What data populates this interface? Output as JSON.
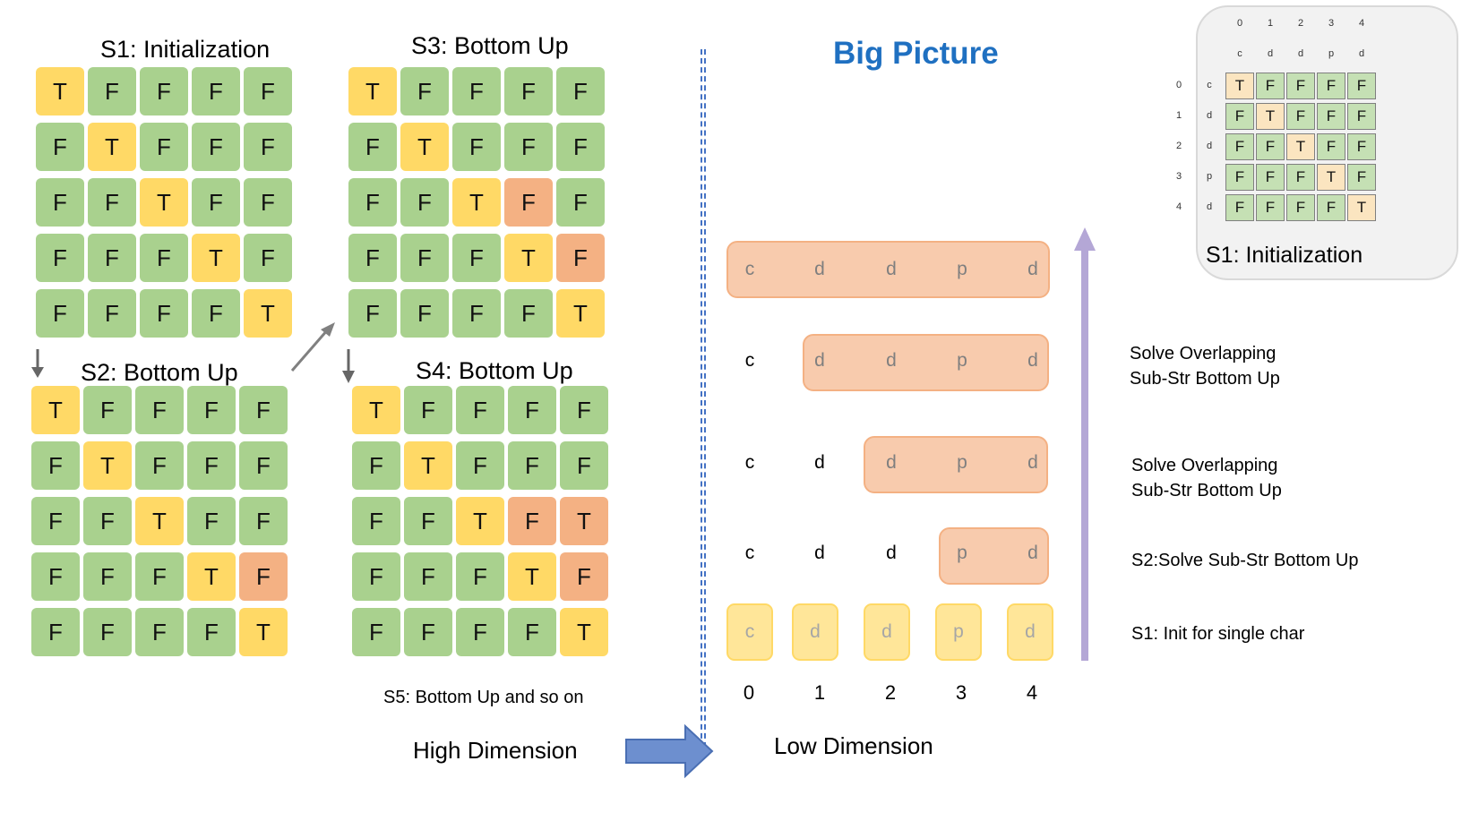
{
  "grids": [
    {
      "id": "s1",
      "title": "S1: Initialization",
      "rows": [
        [
          "T",
          "F",
          "F",
          "F",
          "F"
        ],
        [
          "F",
          "T",
          "F",
          "F",
          "F"
        ],
        [
          "F",
          "F",
          "T",
          "F",
          "F"
        ],
        [
          "F",
          "F",
          "F",
          "T",
          "F"
        ],
        [
          "F",
          "F",
          "F",
          "F",
          "T"
        ]
      ],
      "colors": [
        [
          "y",
          "g",
          "g",
          "g",
          "g"
        ],
        [
          "g",
          "y",
          "g",
          "g",
          "g"
        ],
        [
          "g",
          "g",
          "y",
          "g",
          "g"
        ],
        [
          "g",
          "g",
          "g",
          "y",
          "g"
        ],
        [
          "g",
          "g",
          "g",
          "g",
          "y"
        ]
      ]
    },
    {
      "id": "s2",
      "title": "S2: Bottom Up",
      "rows": [
        [
          "T",
          "F",
          "F",
          "F",
          "F"
        ],
        [
          "F",
          "T",
          "F",
          "F",
          "F"
        ],
        [
          "F",
          "F",
          "T",
          "F",
          "F"
        ],
        [
          "F",
          "F",
          "F",
          "T",
          "F"
        ],
        [
          "F",
          "F",
          "F",
          "F",
          "T"
        ]
      ],
      "colors": [
        [
          "y",
          "g",
          "g",
          "g",
          "g"
        ],
        [
          "g",
          "y",
          "g",
          "g",
          "g"
        ],
        [
          "g",
          "g",
          "y",
          "g",
          "g"
        ],
        [
          "g",
          "g",
          "g",
          "y",
          "o"
        ],
        [
          "g",
          "g",
          "g",
          "g",
          "y"
        ]
      ]
    },
    {
      "id": "s3",
      "title": "S3: Bottom Up",
      "rows": [
        [
          "T",
          "F",
          "F",
          "F",
          "F"
        ],
        [
          "F",
          "T",
          "F",
          "F",
          "F"
        ],
        [
          "F",
          "F",
          "T",
          "F",
          "F"
        ],
        [
          "F",
          "F",
          "F",
          "T",
          "F"
        ],
        [
          "F",
          "F",
          "F",
          "F",
          "T"
        ]
      ],
      "colors": [
        [
          "y",
          "g",
          "g",
          "g",
          "g"
        ],
        [
          "g",
          "y",
          "g",
          "g",
          "g"
        ],
        [
          "g",
          "g",
          "y",
          "o",
          "g"
        ],
        [
          "g",
          "g",
          "g",
          "y",
          "o"
        ],
        [
          "g",
          "g",
          "g",
          "g",
          "y"
        ]
      ]
    },
    {
      "id": "s4",
      "title": "S4: Bottom Up",
      "rows": [
        [
          "T",
          "F",
          "F",
          "F",
          "F"
        ],
        [
          "F",
          "T",
          "F",
          "F",
          "F"
        ],
        [
          "F",
          "F",
          "T",
          "F",
          "T"
        ],
        [
          "F",
          "F",
          "F",
          "T",
          "F"
        ],
        [
          "F",
          "F",
          "F",
          "F",
          "T"
        ]
      ],
      "colors": [
        [
          "y",
          "g",
          "g",
          "g",
          "g"
        ],
        [
          "g",
          "y",
          "g",
          "g",
          "g"
        ],
        [
          "g",
          "g",
          "y",
          "o",
          "o"
        ],
        [
          "g",
          "g",
          "g",
          "y",
          "o"
        ],
        [
          "g",
          "g",
          "g",
          "g",
          "y"
        ]
      ]
    }
  ],
  "s5_label": "S5: Bottom Up and so on",
  "high_dimension": "High Dimension",
  "low_dimension": "Low Dimension",
  "big_picture": "Big Picture",
  "chars": [
    "c",
    "d",
    "d",
    "p",
    "d"
  ],
  "indices": [
    "0",
    "1",
    "2",
    "3",
    "4"
  ],
  "notes": {
    "n1a": "Solve Overlapping",
    "n1b": "Sub-Str Bottom Up",
    "n2a": "Solve Overlapping",
    "n2b": "Sub-Str Bottom Up",
    "n3": "S2:Solve Sub-Str Bottom Up",
    "n4": "S1: Init for single char"
  },
  "inset": {
    "title": "S1: Initialization",
    "col_idx": [
      "0",
      "1",
      "2",
      "3",
      "4"
    ],
    "col_chars": [
      "c",
      "d",
      "d",
      "p",
      "d"
    ],
    "row_idx": [
      "0",
      "1",
      "2",
      "3",
      "4"
    ],
    "row_chars": [
      "c",
      "d",
      "d",
      "p",
      "d"
    ],
    "rows": [
      [
        "T",
        "F",
        "F",
        "F",
        "F"
      ],
      [
        "F",
        "T",
        "F",
        "F",
        "F"
      ],
      [
        "F",
        "F",
        "T",
        "F",
        "F"
      ],
      [
        "F",
        "F",
        "F",
        "T",
        "F"
      ],
      [
        "F",
        "F",
        "F",
        "F",
        "T"
      ]
    ]
  },
  "colors": {
    "green": "#a9d18e",
    "yellow": "#ffd966",
    "orange": "#f4b183",
    "strip": "#f8cbad",
    "purple": "#b4a7d6",
    "blue_arrow": "#6d8fcf",
    "title_blue": "#1f70c1"
  }
}
